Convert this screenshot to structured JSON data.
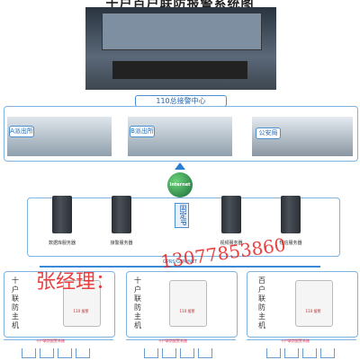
{
  "title": "十户百户联防报警系统图",
  "center": {
    "label": "110总接警中心"
  },
  "stations": [
    {
      "label": "A派出所"
    },
    {
      "label": "B派出所"
    },
    {
      "label": "公安局"
    }
  ],
  "internet_label": "Internet",
  "fixed_ip_label": "固定IP",
  "servers": [
    {
      "label": "数据库服务器"
    },
    {
      "label": "接警服务器"
    },
    {
      "label": "视频服务器"
    },
    {
      "label": "短信服务器"
    }
  ],
  "network_label": "GPRS/GSM/NET",
  "hosts": [
    {
      "label": "十户联防主机",
      "device_text": "110 报警"
    },
    {
      "label": "十户联防主机",
      "device_text": "110 报警"
    },
    {
      "label": "百户联防主机",
      "device_text": "110 报警"
    }
  ],
  "watermark": {
    "name": "张经理：",
    "phone": "13077853860"
  },
  "strip_label": "十户联防报警系统",
  "colors": {
    "accent": "#2a7fd4",
    "watermark": "#e61e1e"
  }
}
